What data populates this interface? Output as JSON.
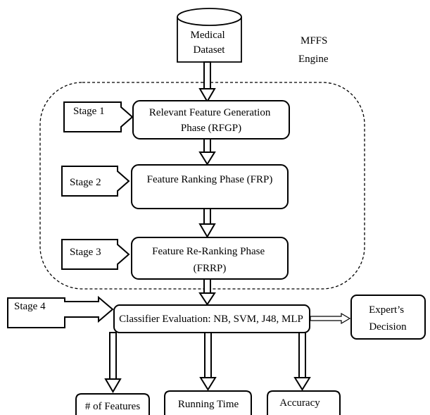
{
  "engine_label": [
    "MFFS",
    "Engine"
  ],
  "dataset": [
    "Medical",
    "Dataset"
  ],
  "stages": {
    "s1": "Stage 1",
    "s2": "Stage 2",
    "s3": "Stage 3",
    "s4": "Stage 4"
  },
  "phases": {
    "rfgp": [
      "Relevant Feature Generation",
      "Phase (RFGP)"
    ],
    "frp": "Feature Ranking Phase (FRP)",
    "frrp": [
      "Feature Re-Ranking Phase",
      "(FRRP)"
    ]
  },
  "classifier": "Classifier Evaluation: NB, SVM, J48, MLP",
  "decision": [
    "Expert’s",
    "Decision"
  ],
  "outputs": {
    "features": "# of Features",
    "time": "Running Time",
    "accuracy": "Accuracy"
  }
}
